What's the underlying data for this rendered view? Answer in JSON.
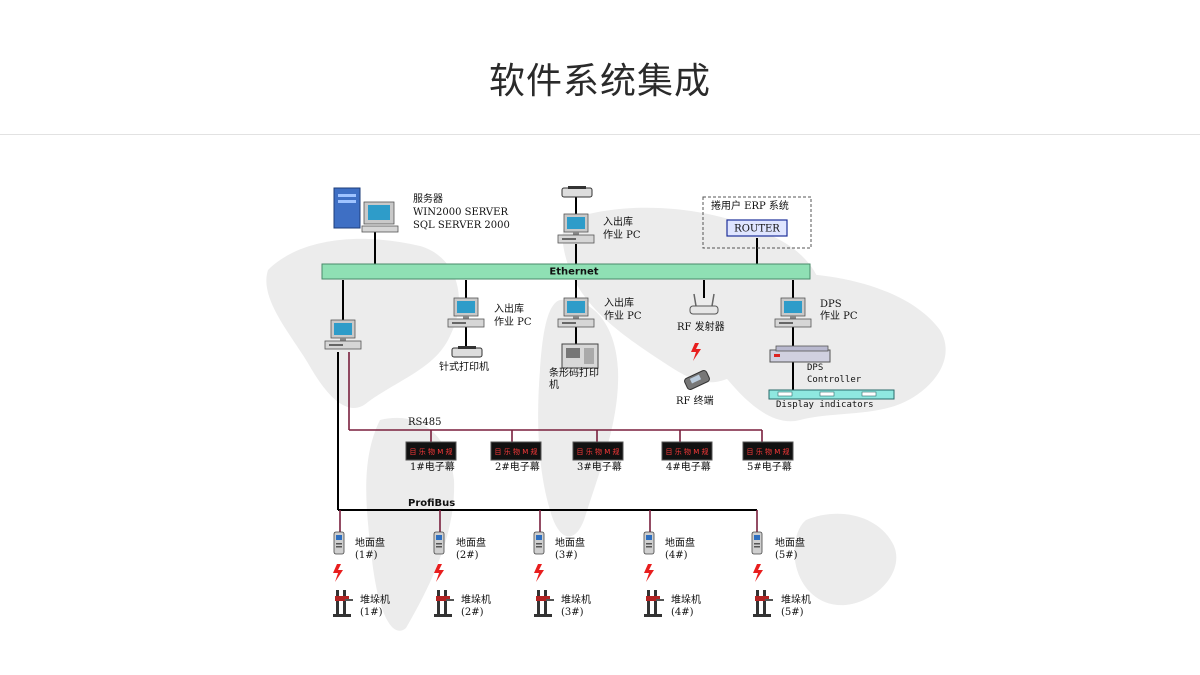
{
  "page": {
    "title": "软件系统集成"
  },
  "diagram": {
    "server": {
      "line1": "服务器",
      "line2": "WIN2000 SERVER",
      "line3": "SQL SERVER 2000"
    },
    "top_pc": {
      "line1": "入出库",
      "line2": "作业 PC"
    },
    "erp": {
      "label": "捲用户 ERP 系统",
      "router": "ROUTER"
    },
    "ethernet": "Ethernet",
    "pc_left": {
      "line1": "入出库",
      "line2": "作业 PC"
    },
    "pc_mid": {
      "line1": "入出库",
      "line2": "作业 PC"
    },
    "needle_printer": "针式打印机",
    "barcode_printer": {
      "line1": "条形码打印",
      "line2": "机"
    },
    "rf_transmitter": "RF 发射器",
    "rf_terminal": "RF 终端",
    "dps_pc": {
      "line1": "DPS",
      "line2": "作业 PC"
    },
    "dps_controller": {
      "line1": "DPS",
      "line2": "Controller"
    },
    "display_indicators": "Display indicators",
    "rs485": "RS485",
    "screens": [
      "1#电子幕",
      "2#电子幕",
      "3#电子幕",
      "4#电子幕",
      "5#电子幕"
    ],
    "profibus": "ProfiBus",
    "ground_panels": [
      {
        "label": "地面盘",
        "num": "(1#)"
      },
      {
        "label": "地面盘",
        "num": "(2#)"
      },
      {
        "label": "地面盘",
        "num": "(3#)"
      },
      {
        "label": "地面盘",
        "num": "(4#)"
      },
      {
        "label": "地面盘",
        "num": "(5#)"
      }
    ],
    "stackers": [
      {
        "label": "堆垛机",
        "num": "(1#)"
      },
      {
        "label": "堆垛机",
        "num": "(2#)"
      },
      {
        "label": "堆垛机",
        "num": "(3#)"
      },
      {
        "label": "堆垛机",
        "num": "(4#)"
      },
      {
        "label": "堆垛机",
        "num": "(5#)"
      }
    ]
  }
}
